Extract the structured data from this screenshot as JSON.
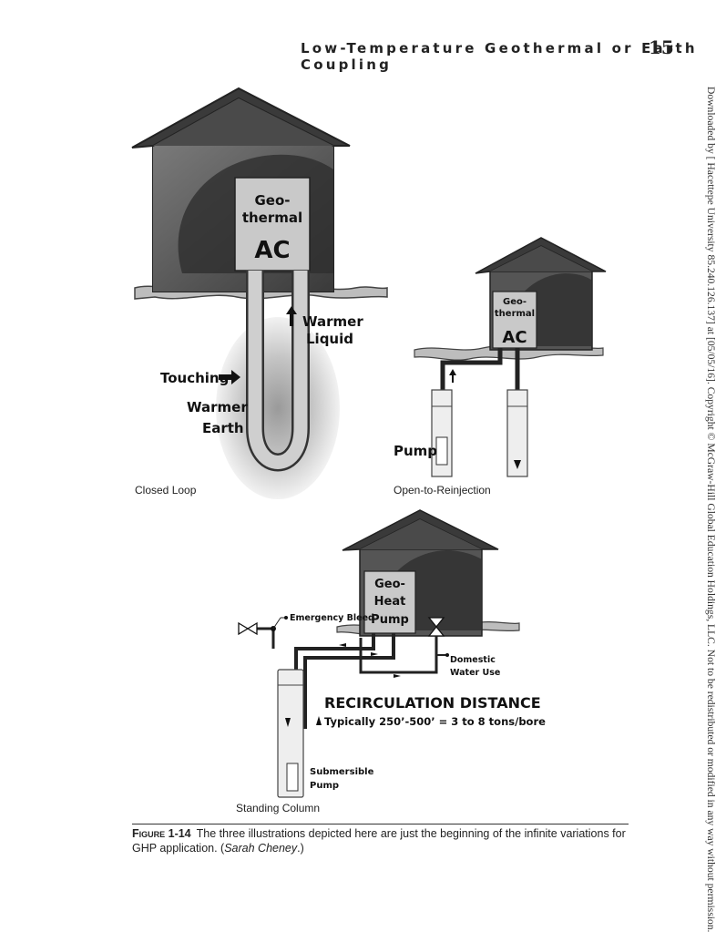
{
  "header": {
    "running_title": "Low-Temperature Geothermal or Earth Coupling",
    "page_number": "15"
  },
  "side_note": "Downloaded by [ Hacettepe University 85.240.126.137] at [05/05/16]. Copyright © McGraw-Hill Global Education Holdings, LLC. Not to be redistributed or modified in any way without permission.",
  "figure": {
    "closed_loop": {
      "unit_line1": "Geo-",
      "unit_line2": "thermal",
      "unit_line3": "AC",
      "warmer": "Warmer",
      "liquid": "Liquid",
      "touching": "Touching",
      "warmer2": "Warmer",
      "earth": "Earth",
      "caption": "Closed Loop"
    },
    "open_loop": {
      "unit_line1": "Geo-",
      "unit_line2": "thermal",
      "unit_line3": "AC",
      "pump": "Pump",
      "caption": "Open-to-Reinjection"
    },
    "standing_column": {
      "unit_line1": "Geo-",
      "unit_line2": "Heat",
      "unit_line3": "Pump",
      "emergency_bleed": "Emergency Bleed",
      "domestic": "Domestic",
      "water_use": "Water Use",
      "recirc_title": "RECIRCULATION DISTANCE",
      "recirc_sub": "Typically 250’-500’ = 3 to 8 tons/bore",
      "submersible": "Submersible",
      "sub_pump": "Pump",
      "caption": "Standing Column"
    }
  },
  "caption": {
    "label": "Figure 1-14",
    "text": "The three illustrations depicted here are just the beginning of the infinite variations for GHP application. (",
    "credit": "Sarah Cheney",
    "end": ".)"
  }
}
